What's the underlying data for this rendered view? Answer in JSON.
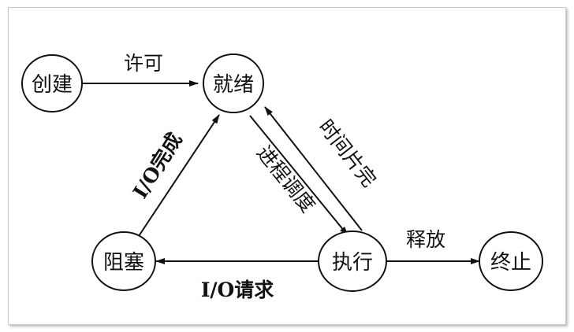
{
  "states": {
    "create": "创建",
    "ready": "就绪",
    "blocked": "阻塞",
    "running": "执行",
    "terminated": "终止"
  },
  "transitions": {
    "create_to_ready": "许可",
    "blocked_to_ready": "I/O完成",
    "ready_to_running": "进程调度",
    "running_to_ready": "时间片完",
    "running_to_blocked": "I/O请求",
    "running_to_terminated": "释放"
  }
}
